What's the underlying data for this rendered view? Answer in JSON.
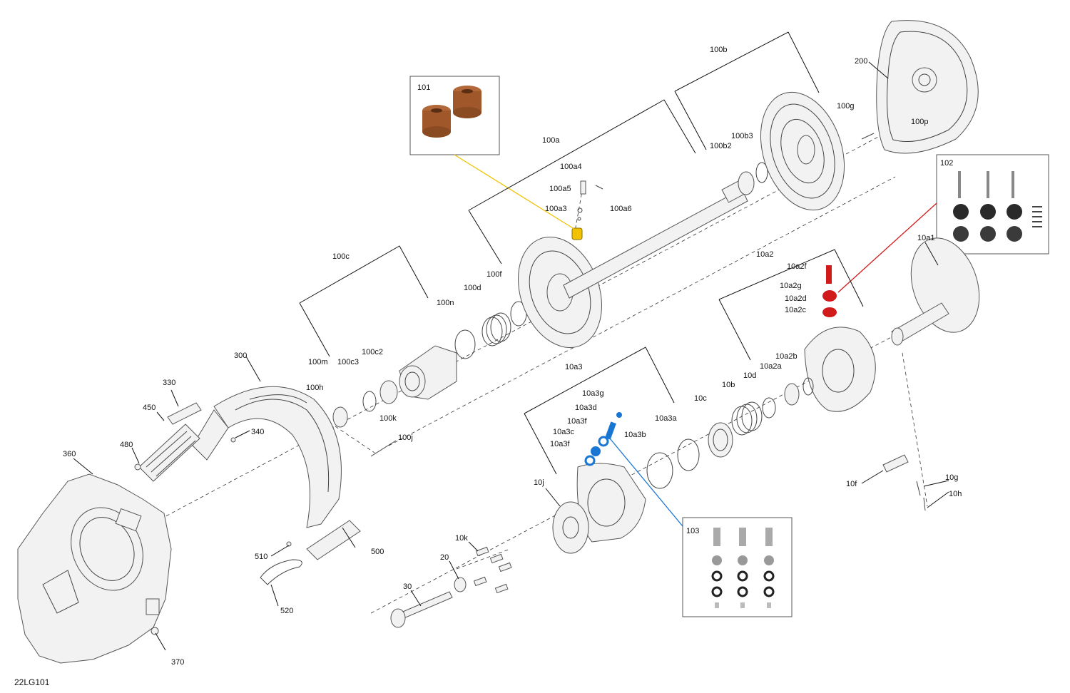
{
  "diagram": {
    "code": "22LG101",
    "colors": {
      "yellow": "#f2c200",
      "red": "#d11a1a",
      "blue": "#1976d2",
      "bronze": "#a0582a",
      "line": "#333333"
    },
    "callouts": {
      "c101": "101",
      "c102": "102",
      "c103": "103",
      "c100a": "100a",
      "c100a3": "100a3",
      "c100a4": "100a4",
      "c100a5": "100a5",
      "c100a6": "100a6",
      "c100b": "100b",
      "c100b2": "100b2",
      "c100b3": "100b3",
      "c100c": "100c",
      "c100c2": "100c2",
      "c100c3": "100c3",
      "c100d": "100d",
      "c100f": "100f",
      "c100g": "100g",
      "c100h": "100h",
      "c100j": "100j",
      "c100k": "100k",
      "c100m": "100m",
      "c100n": "100n",
      "c100p": "100p",
      "c10a1": "10a1",
      "c10a2": "10a2",
      "c10a2b": "10a2b",
      "c10a2a": "10a2a",
      "c10a2c": "10a2c",
      "c10a2d": "10a2d",
      "c10a2f": "10a2f",
      "c10a2g": "10a2g",
      "c10a3": "10a3",
      "c10a3a": "10a3a",
      "c10a3b": "10a3b",
      "c10a3c": "10a3c",
      "c10a3d": "10a3d",
      "c10a3f1": "10a3f",
      "c10a3f2": "10a3f",
      "c10a3g": "10a3g",
      "c10b": "10b",
      "c10c": "10c",
      "c10d": "10d",
      "c10f": "10f",
      "c10g": "10g",
      "c10h": "10h",
      "c10j": "10j",
      "c10k": "10k",
      "c20": "20",
      "c30": "30",
      "c200": "200",
      "c300": "300",
      "c330": "330",
      "c340": "340",
      "c360": "360",
      "c370": "370",
      "c450": "450",
      "c480": "480",
      "c500": "500",
      "c510": "510",
      "c520": "520"
    }
  }
}
